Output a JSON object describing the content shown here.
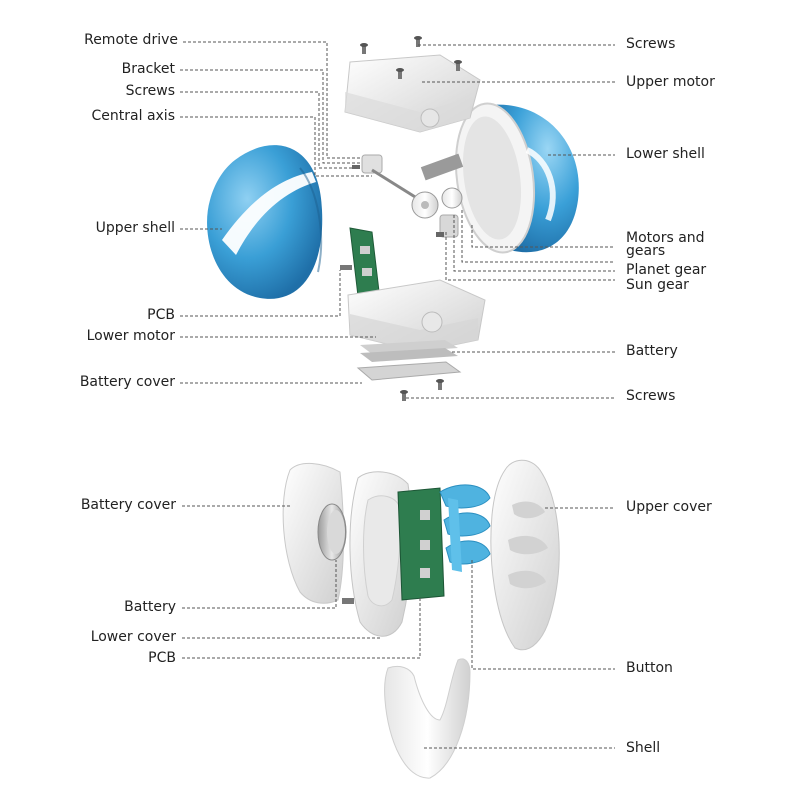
{
  "top_diagram": {
    "left_labels": {
      "remote_drive": "Remote drive",
      "bracket": "Bracket",
      "screws": "Screws",
      "central_axis": "Central axis",
      "upper_shell": "Upper shell",
      "pcb": "PCB",
      "lower_motor": "Lower motor",
      "battery_cover": "Battery cover"
    },
    "right_labels": {
      "screws_top": "Screws",
      "upper_motor": "Upper motor",
      "lower_shell": "Lower shell",
      "motors_and_gears_1": "Motors and",
      "motors_and_gears_2": "gears",
      "planet_gear": "Planet gear",
      "sun_gear": "Sun gear",
      "battery": "Battery",
      "screws_bottom": "Screws"
    }
  },
  "bottom_diagram": {
    "left_labels": {
      "battery_cover": "Battery cover",
      "battery": "Battery",
      "lower_cover": "Lower cover",
      "pcb": "PCB"
    },
    "right_labels": {
      "upper_cover": "Upper cover",
      "button": "Button",
      "shell": "Shell"
    }
  },
  "colors": {
    "shell_blue": "#3a9fd6",
    "shell_blue_dark": "#1f78b4",
    "plastic_white": "#f2f2f2",
    "pcb_green": "#2e7d4f",
    "button_blue": "#4fb3e0",
    "leader_line": "#555555"
  }
}
